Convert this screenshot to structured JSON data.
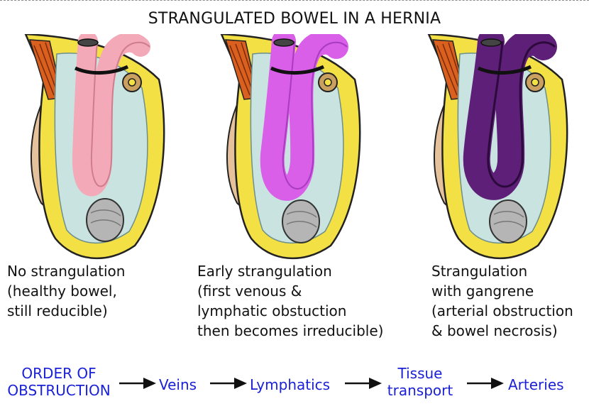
{
  "title": "STRANGULATED BOWEL IN A HERNIA",
  "panels": [
    {
      "bowel_color": "#f3a9b7",
      "bowel_shade": "#cf7d8d",
      "caption": [
        "No strangulation",
        "(healthy bowel,",
        "still reducible)"
      ]
    },
    {
      "bowel_color": "#d95ee8",
      "bowel_shade": "#a83cc0",
      "caption": [
        "Early strangulation",
        "(first venous &",
        "lymphatic obstuction",
        "then becomes irreducible)"
      ]
    },
    {
      "bowel_color": "#5e1f78",
      "bowel_shade": "#2c0b3c",
      "caption": [
        "Strangulation",
        "with gangrene",
        "(arterial obstruction",
        "& bowel necrosis)"
      ]
    }
  ],
  "flow": {
    "label": [
      "ORDER OF",
      "OBSTRUCTION"
    ],
    "steps": [
      "Veins",
      "Lymphatics",
      "Tissue transport",
      "Arteries"
    ],
    "steps_lines": [
      [
        "Veins"
      ],
      [
        "Lymphatics"
      ],
      [
        "Tissue",
        "transport"
      ],
      [
        "Arteries"
      ]
    ],
    "text_color": "#1a21d6"
  },
  "colors": {
    "sac_yellow": "#f3e045",
    "sac_fluid": "#c9e3e0",
    "skin": "#e5c29c",
    "muscle": "#d9601e",
    "testis": "#b5b5b5",
    "constriction": "#111111"
  }
}
